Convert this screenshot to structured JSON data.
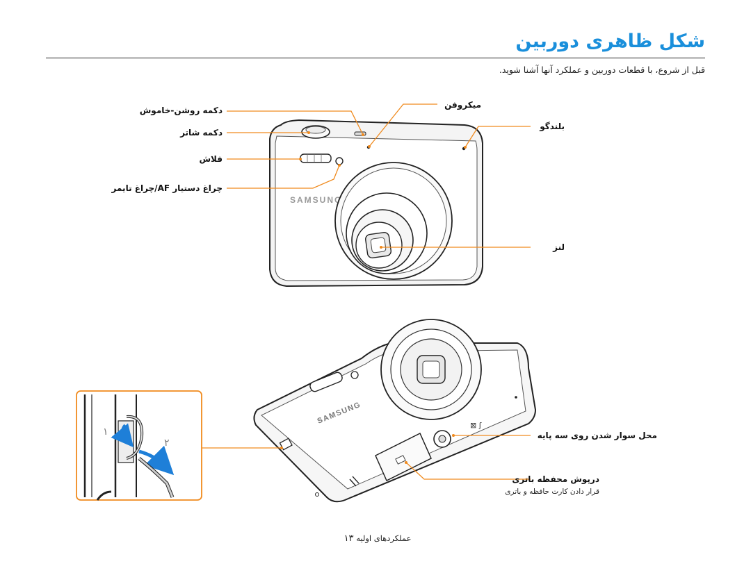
{
  "page": {
    "title": "شکل ظاهری دوربین",
    "intro": "قبل از شروع، با قطعات دوربین و عملکرد آنها آشنا شوید.",
    "footer": {
      "text": "عملکردهای اولیه",
      "page_number": "۱۳"
    }
  },
  "labels": {
    "power_button": "دکمه روشن-خاموش",
    "shutter_button": "دکمه شاتر",
    "flash": "فلاش",
    "af_lamp": "چراغ دستیار AF/چراغ تایمر",
    "microphone": "میکروفن",
    "speaker": "بلندگو",
    "lens": "لنز",
    "tripod_mount": "محل سوار شدن روی سه پایه",
    "battery_cover": "درپوش محفظه باتری",
    "battery_note": "قرار دادن کارت حافظه و باتری"
  },
  "brand": {
    "front_logo": "SAMSUNG",
    "bottom_logo": "SAMSUNG"
  },
  "strap_steps": {
    "step1": "۱",
    "step2": "۲"
  },
  "colors": {
    "title": "#1a8fdb",
    "callout_line": "#f08a1d",
    "strap_arrow": "#1e7fd8"
  }
}
